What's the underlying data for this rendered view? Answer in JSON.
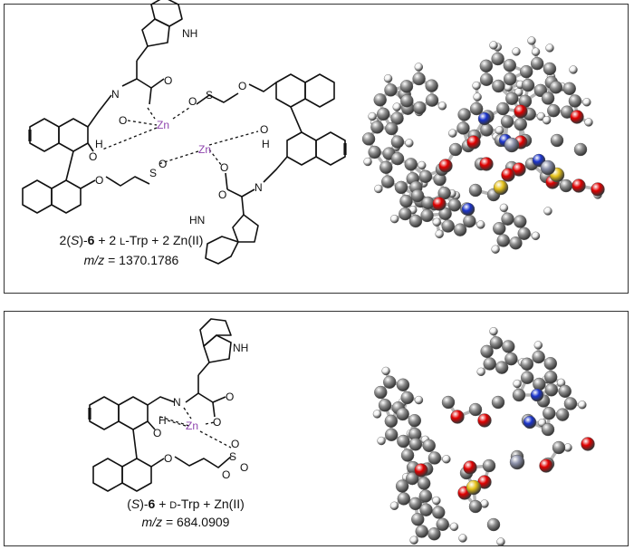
{
  "panels": [
    {
      "caption_line1": {
        "pre": "2(",
        "stereo": "S",
        "mid": ")-",
        "compound": "6",
        "rest1": " + 2 ",
        "amino_prefix": "L",
        "rest2": "-Trp + 2 Zn(II)"
      },
      "caption_line2": {
        "mz_label": "m/z",
        "mz_rest": " = 1370.1786"
      },
      "atom_labels": {
        "zn": "Zn",
        "o": "O",
        "n": "N",
        "h": "H",
        "nh": "NH",
        "hn": "HN",
        "s": "S"
      }
    },
    {
      "caption_line1": {
        "pre": "(",
        "stereo": "S",
        "mid": ")-",
        "compound": "6",
        "rest1": " + ",
        "amino_prefix": "D",
        "rest2": "-Trp + Zn(II)"
      },
      "caption_line2": {
        "mz_label": "m/z",
        "mz_rest": " = 684.0909"
      },
      "atom_labels": {
        "zn": "Zn",
        "o": "O",
        "n": "N",
        "h": "H",
        "nh": "NH",
        "s": "S"
      }
    }
  ],
  "colors": {
    "carbon": "#8c8c8c",
    "hydrogen": "#f2f2f2",
    "oxygen": "#e00000",
    "nitrogen": "#1a33cc",
    "sulfur": "#e6c21a",
    "zinc": "#8a8fa8",
    "zn_label": "#8e44ad"
  }
}
